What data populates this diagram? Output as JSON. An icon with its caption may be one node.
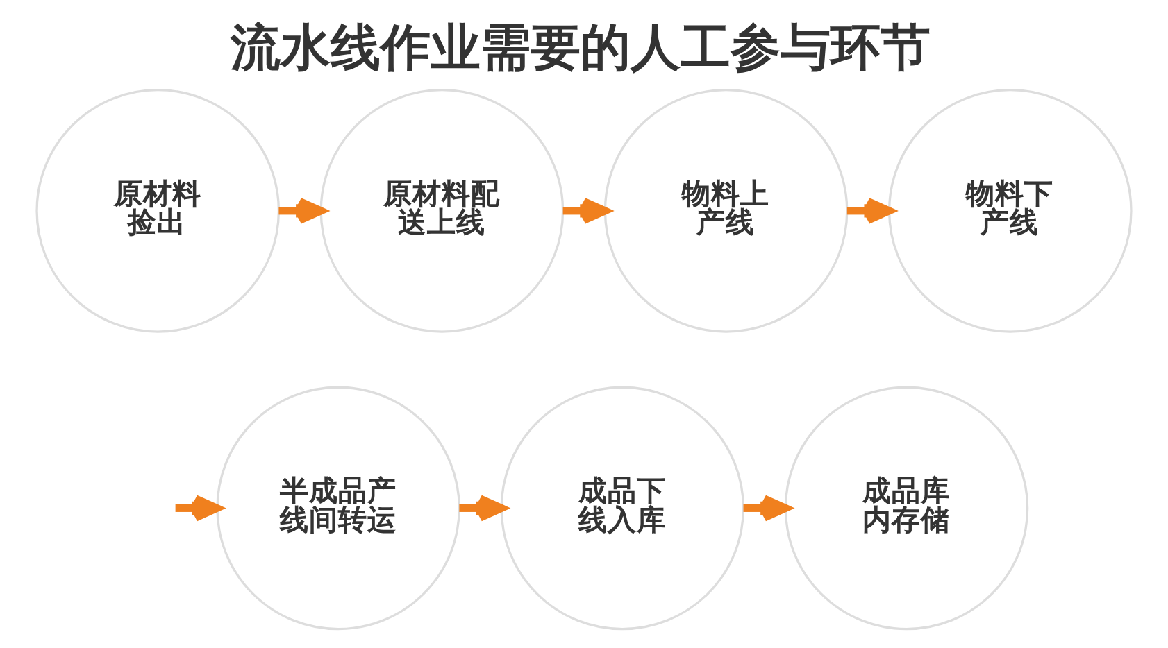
{
  "diagram": {
    "title": "流水线作业需要的人工参与环节",
    "nodes": [
      {
        "text": [
          "原材料捡出"
        ]
      },
      {
        "text": [
          "原材料配送上线"
        ]
      },
      {
        "text": [
          "物料上产线"
        ]
      },
      {
        "text": [
          "物料下产线"
        ]
      },
      {
        "text": [
          "半成品产线间转运"
        ]
      },
      {
        "text": [
          "成品下线入库"
        ]
      },
      {
        "text": [
          "成品库内存储"
        ]
      }
    ],
    "edges": [
      {
        "from": 0,
        "to": 1,
        "arrow": "to"
      },
      {
        "from": 1,
        "to": 2,
        "arrow": "to"
      },
      {
        "from": 2,
        "to": 3,
        "arrow": "to"
      },
      {
        "from": null,
        "to": 4,
        "arrow": "to"
      },
      {
        "from": 4,
        "to": 5,
        "arrow": "to"
      },
      {
        "from": 5,
        "to": 6,
        "arrow": "to"
      }
    ]
  }
}
